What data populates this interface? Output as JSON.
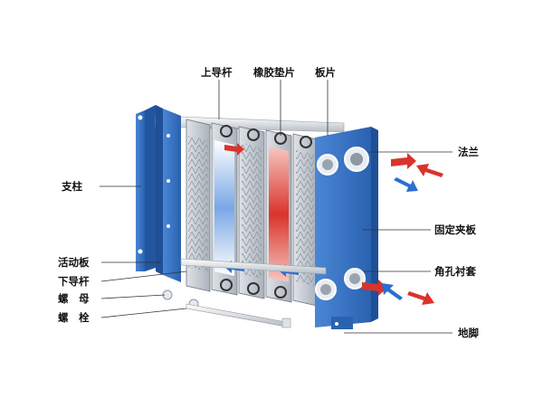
{
  "labels": {
    "upper_guide_bar": "上导杆",
    "rubber_gasket": "橡胶垫片",
    "plate": "板片",
    "flange": "法兰",
    "support_column": "支柱",
    "fixed_clamp_plate": "固定夹板",
    "movable_plate": "活动板",
    "lower_guide_bar": "下导杆",
    "nut": "螺　母",
    "bolt": "螺　栓",
    "corner_hole_liner": "角孔衬套",
    "foot": "地脚"
  },
  "colors": {
    "frame_blue": "#2f6fc0",
    "frame_blue_dark": "#1f4f96",
    "plate_gray": "#c9cfd6",
    "hot": "#d9342b",
    "cold": "#2b6fd0",
    "bar_silver": "#e6e9ed"
  },
  "icons": [
    "hot-flow-arrow-icon",
    "cold-flow-arrow-icon",
    "nut-icon",
    "bolt-icon"
  ]
}
